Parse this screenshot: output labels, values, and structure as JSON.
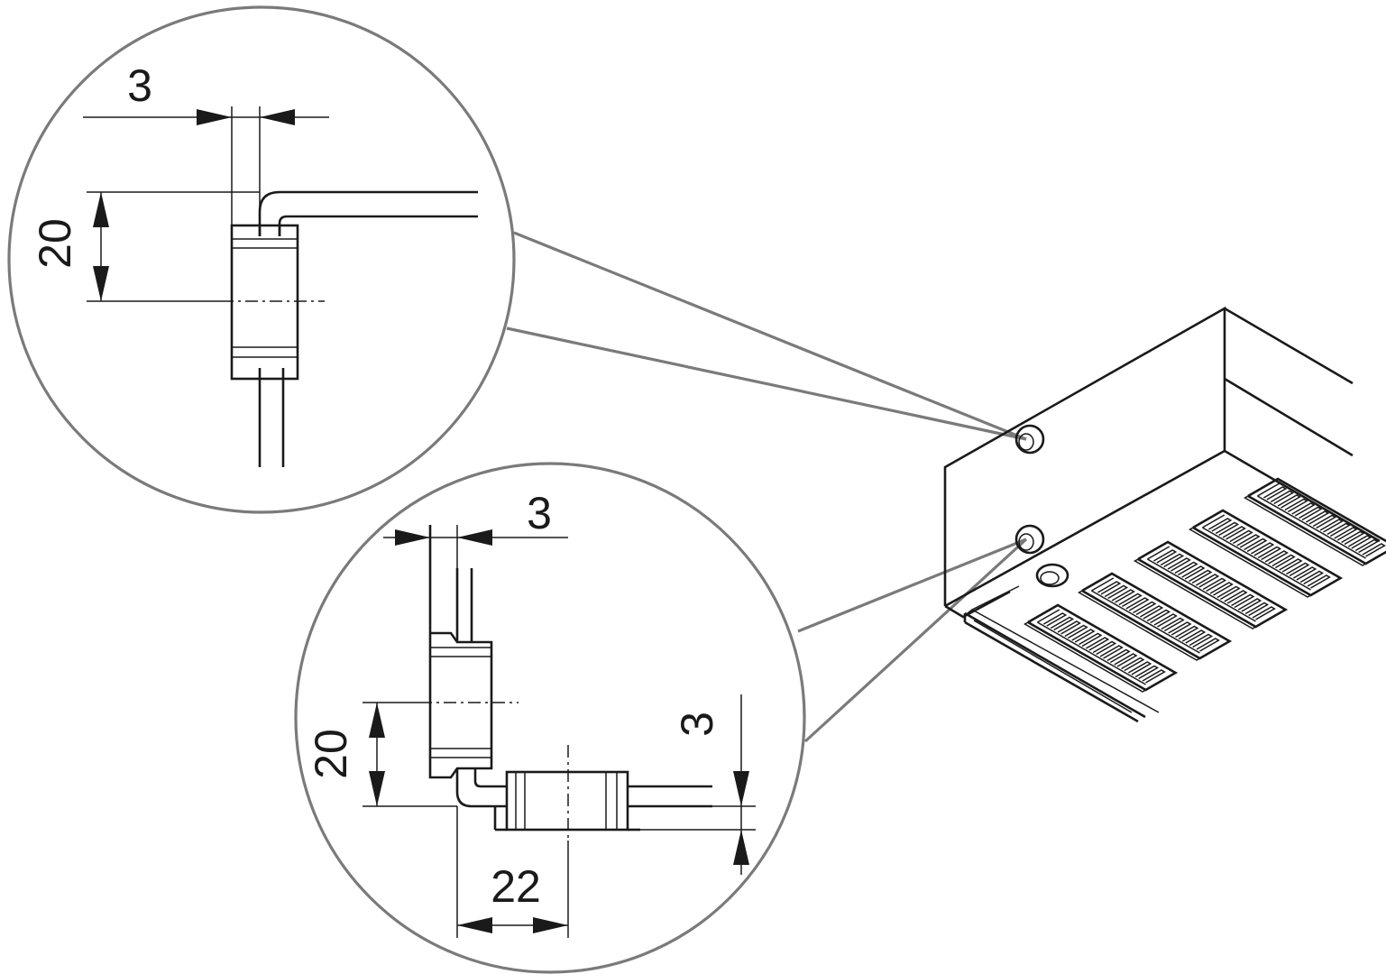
{
  "dimensions": {
    "top": {
      "width": "3",
      "height": "20"
    },
    "bottom": {
      "width": "3",
      "height": "20",
      "offset": "3",
      "length": "22"
    }
  },
  "colors": {
    "line": "#1a1a1a",
    "callout": "#7a7a7a",
    "background": "#ffffff"
  }
}
